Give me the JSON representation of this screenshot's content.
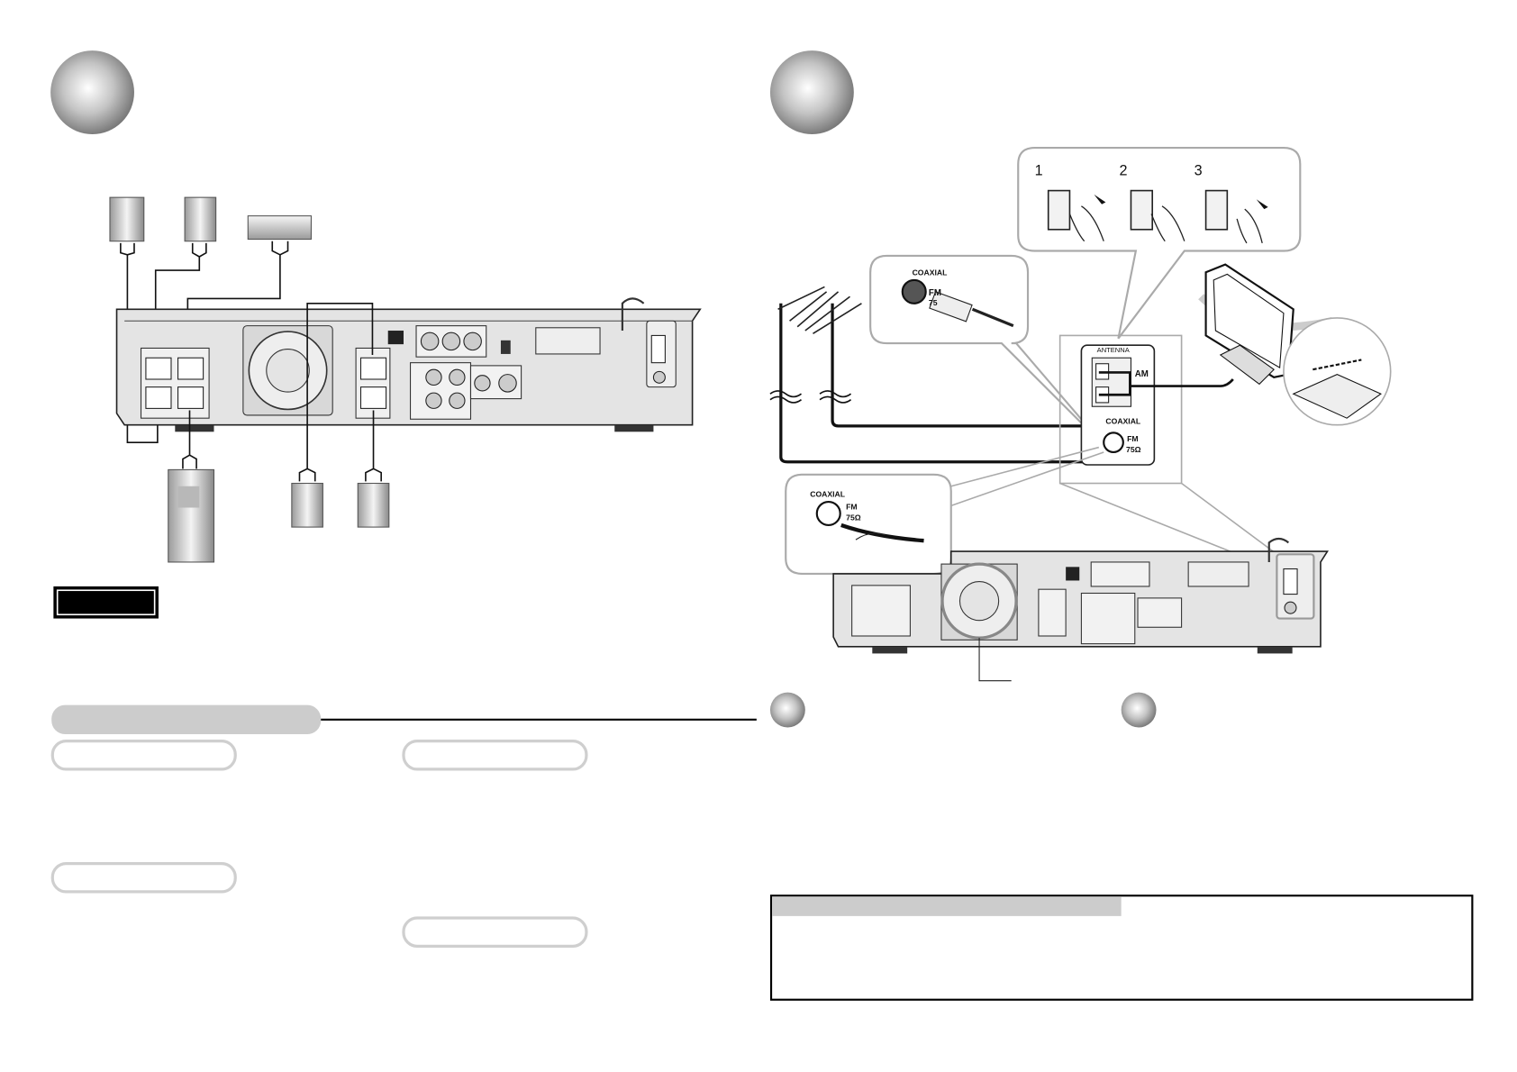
{
  "colors": {
    "sphere": "#8a8a8a",
    "pill_fill": "#cccccc",
    "outline": "#cfcfcf",
    "note_header": "#cccccc",
    "panel": "#e6e6e6"
  },
  "antenna_steps": {
    "step1": "1",
    "step2": "2",
    "step3": "3"
  },
  "coaxial_inset_top": {
    "coaxial": "COAXIAL",
    "fm": "FM",
    "ohm": "75"
  },
  "antenna_panel": {
    "title": "ANTENNA",
    "am": "AM",
    "coaxial": "COAXIAL",
    "fm": "FM",
    "ohm": "75Ω"
  },
  "coaxial_inset_bottom": {
    "coaxial": "COAXIAL",
    "fm": "FM",
    "ohm": "75Ω"
  }
}
